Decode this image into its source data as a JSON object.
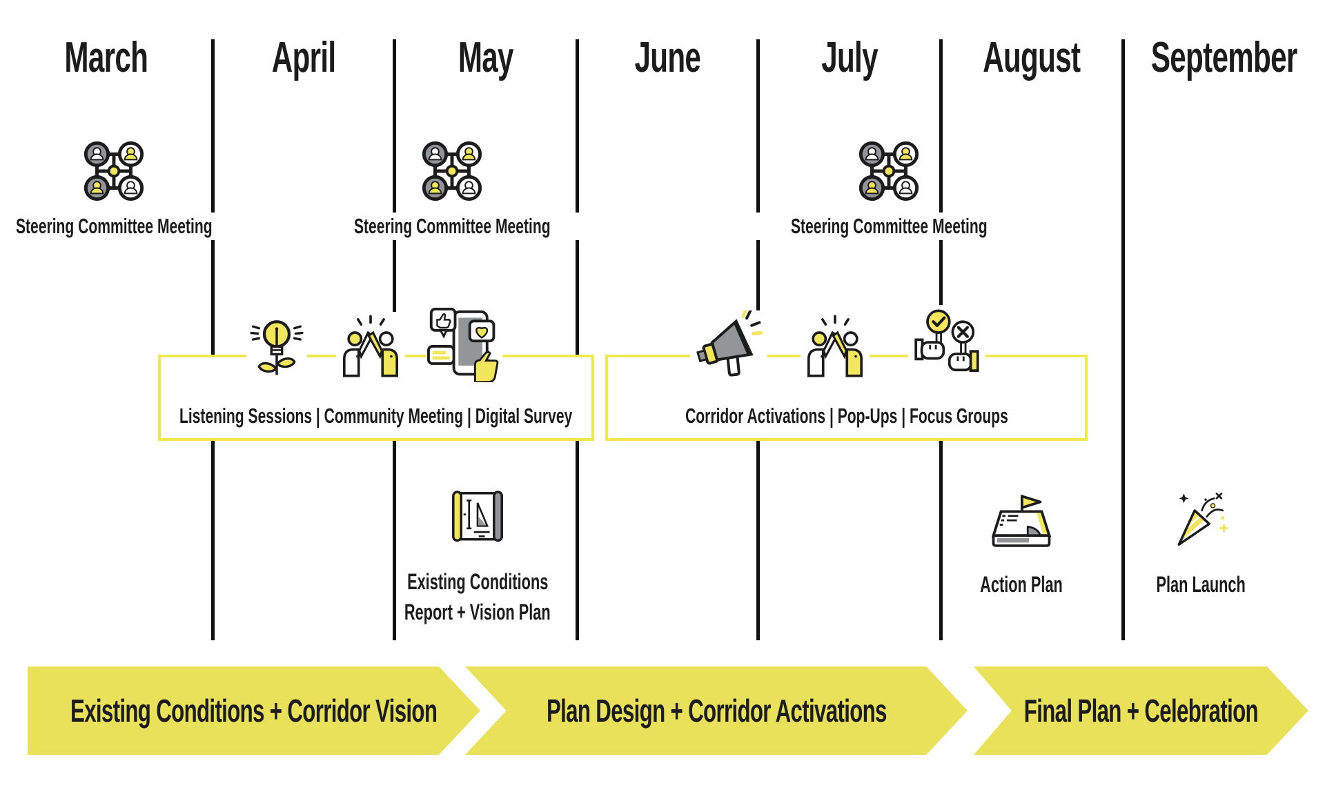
{
  "colors": {
    "accent_yellow": "#F0E84C",
    "banner_yellow": "#EAE15A",
    "icon_yellow": "#F2E65C",
    "icon_gray": "#939598",
    "line_black": "#101010",
    "text": "#1C1C1C"
  },
  "months": [
    {
      "label": "March"
    },
    {
      "label": "April"
    },
    {
      "label": "May"
    },
    {
      "label": "June"
    },
    {
      "label": "July"
    },
    {
      "label": "August"
    },
    {
      "label": "September"
    }
  ],
  "steering_meetings": [
    {
      "month": "March",
      "label": "Steering Committee Meeting",
      "icon": "people-network-icon"
    },
    {
      "month": "May",
      "label": "Steering Committee Meeting",
      "icon": "people-network-icon"
    },
    {
      "month": "July",
      "label": "Steering Committee Meeting",
      "icon": "people-network-icon"
    }
  ],
  "engagement_windows": [
    {
      "label": "Listening Sessions | Community Meeting | Digital Survey",
      "icons": [
        "idea-lightbulb-icon",
        "high-five-icon",
        "digital-survey-icon"
      ]
    },
    {
      "label": "Corridor Activations | Pop-Ups | Focus Groups",
      "icons": [
        "megaphone-icon",
        "high-five-icon",
        "vote-check-x-icon"
      ]
    }
  ],
  "milestones": [
    {
      "month": "May",
      "icon": "plan-scroll-icon",
      "label_line1": "Existing Conditions",
      "label_line2": "Report + Vision Plan"
    },
    {
      "month": "August",
      "icon": "action-plan-map-icon",
      "label": "Action Plan"
    },
    {
      "month": "September",
      "icon": "party-popper-icon",
      "label": "Plan Launch"
    }
  ],
  "phases": [
    {
      "label": "Existing Conditions + Corridor Vision"
    },
    {
      "label": "Plan Design + Corridor Activations"
    },
    {
      "label": "Final Plan + Celebration"
    }
  ]
}
